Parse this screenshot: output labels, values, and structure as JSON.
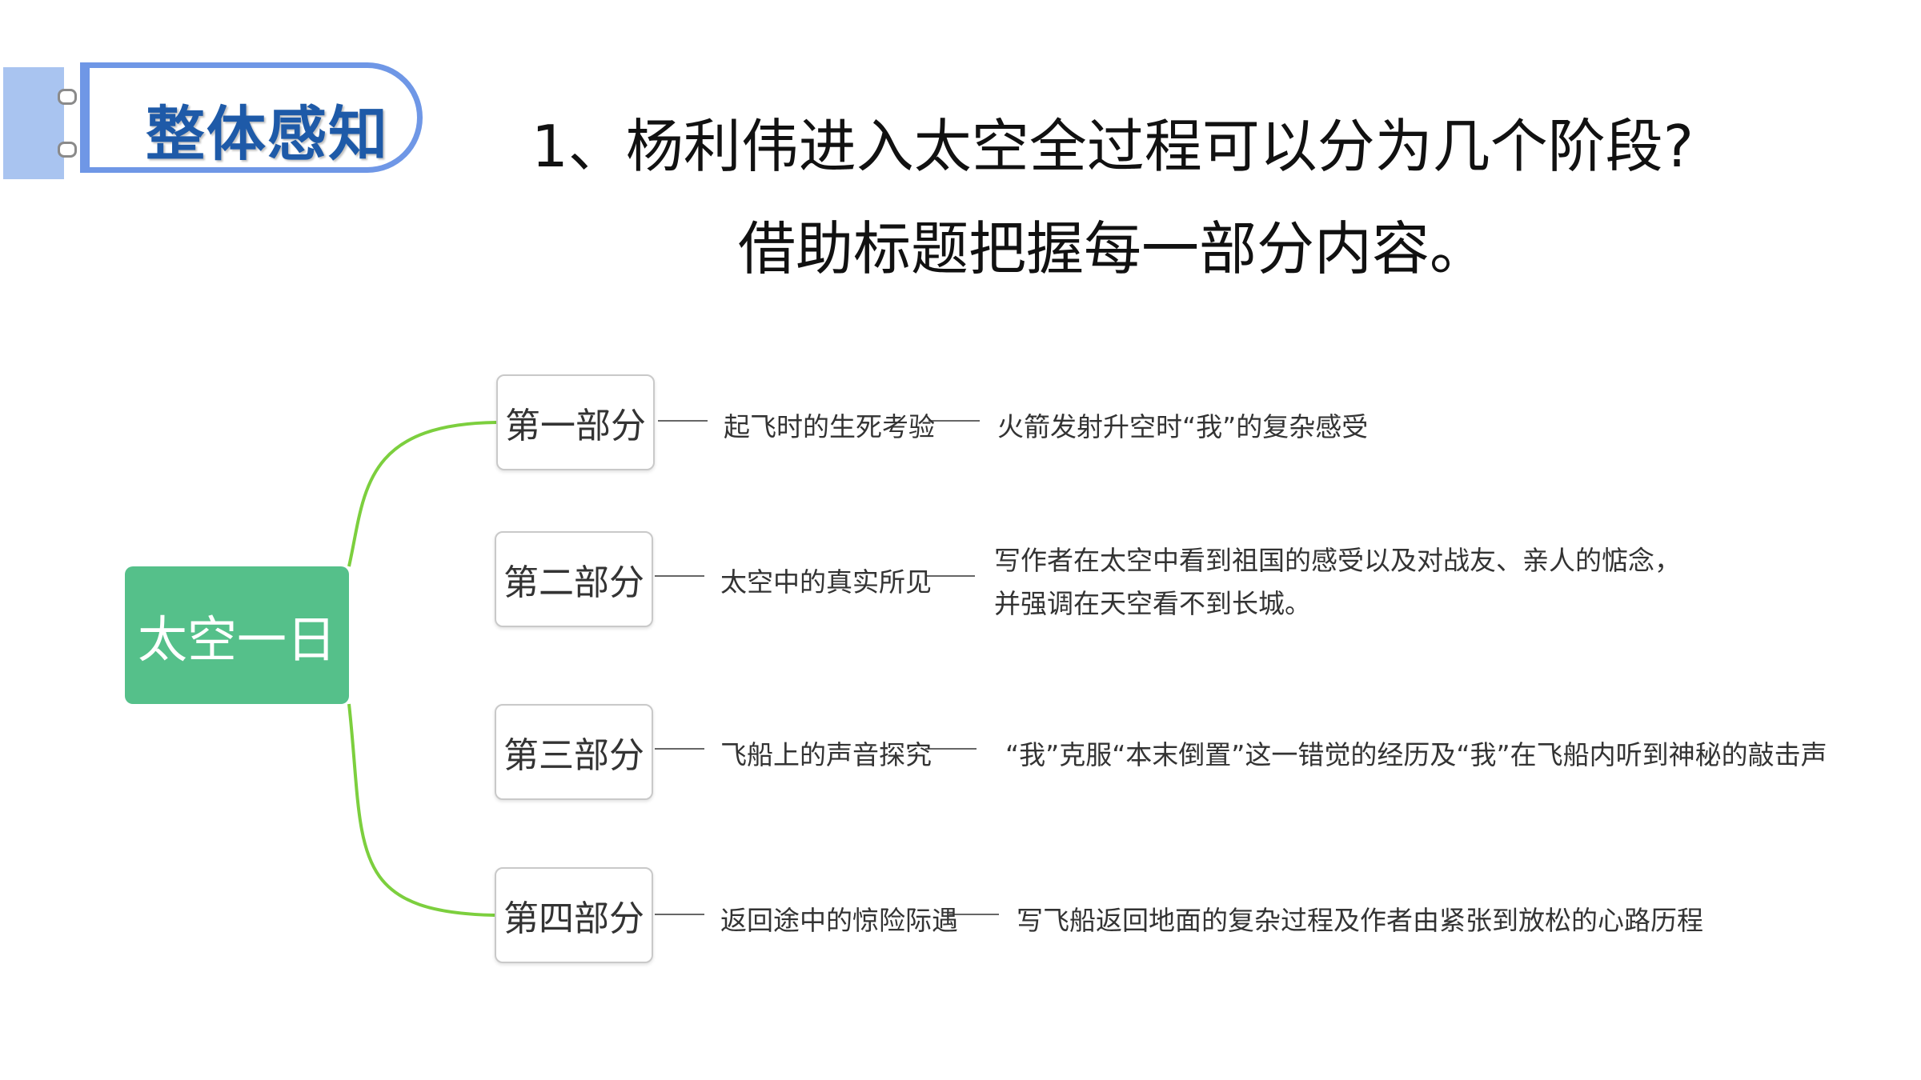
{
  "badge": {
    "title": "整体感知",
    "accent_color": "#6f97e6",
    "bar_color": "#a9c4f0",
    "title_color": "#1e5aa8"
  },
  "question": {
    "line1": "1、杨利伟进入太空全过程可以分为几个阶段?",
    "line2": "借助标题把握每一部分内容。"
  },
  "mindmap": {
    "root": "太空一日",
    "root_color": "#55c08a",
    "connector_color": "#7ccf3e",
    "branches": [
      {
        "label": "第一部分",
        "title": "起飞时的生死考验",
        "description": [
          "火箭发射升空时“我”的复杂感受"
        ]
      },
      {
        "label": "第二部分",
        "title": "太空中的真实所见",
        "description": [
          "写作者在太空中看到祖国的感受以及对战友、亲人的惦念，",
          "并强调在天空看不到长城。"
        ]
      },
      {
        "label": "第三部分",
        "title": "飞船上的声音探究",
        "description": [
          "“我”克服“本末倒置”这一错觉的经历及“我”在飞船内听到神秘的敲击声"
        ]
      },
      {
        "label": "第四部分",
        "title": "返回途中的惊险际遇",
        "description": [
          "写飞船返回地面的复杂过程及作者由紧张到放松的心路历程"
        ]
      }
    ]
  }
}
